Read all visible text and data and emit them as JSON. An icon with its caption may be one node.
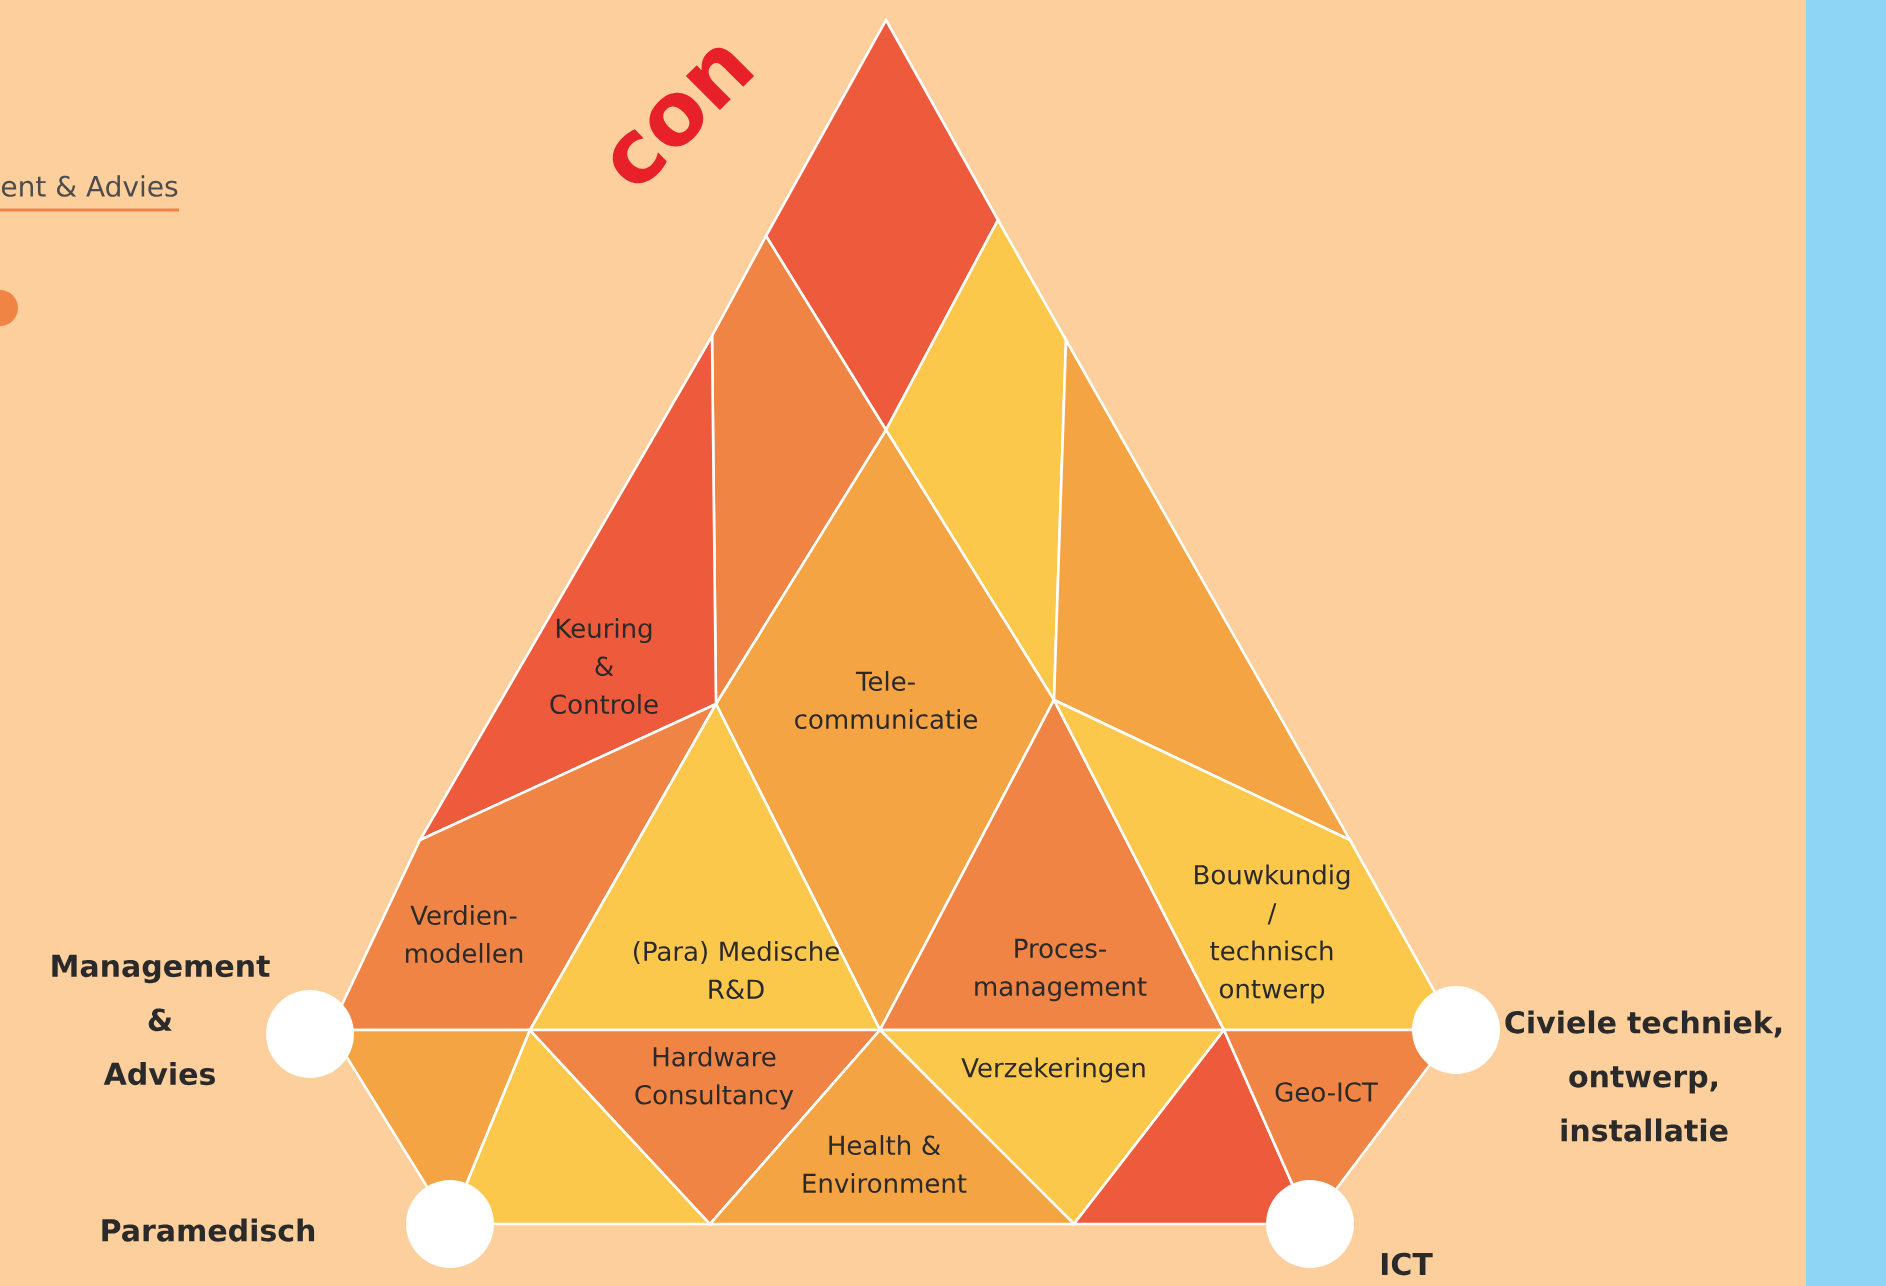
{
  "diagram": {
    "nodes": [
      {
        "text": [
          "Keuring & Controle"
        ]
      },
      {
        "text": [
          "Tele- communicatie"
        ]
      },
      {
        "text": [
          "Verdien- modellen"
        ]
      },
      {
        "text": [
          "(Para) Medische R&D"
        ]
      },
      {
        "text": [
          "Proces- management"
        ]
      },
      {
        "text": [
          "Bouwkundig / technisch ontwerp"
        ]
      },
      {
        "text": [],
        "shape": "circle",
        "beside": [
          "Management & Advies"
        ]
      },
      {
        "text": [],
        "shape": "circle",
        "beside": [
          "Civiele techniek, ontwerp, installatie"
        ]
      },
      {
        "text": [
          "Hardware Consultancy"
        ]
      },
      {
        "text": [
          "Verzekeringen"
        ]
      },
      {
        "text": [
          "Health & Environment"
        ]
      },
      {
        "text": [
          "Geo-ICT"
        ]
      },
      {
        "text": [],
        "shape": "circle",
        "beside": [
          "Paramedisch"
        ]
      },
      {
        "text": [],
        "shape": "circle",
        "beside": [
          "ICT"
        ]
      },
      {
        "text": [],
        "shape": "bar"
      }
    ],
    "labels": [
      "ent & Advies",
      "con"
    ]
  }
}
